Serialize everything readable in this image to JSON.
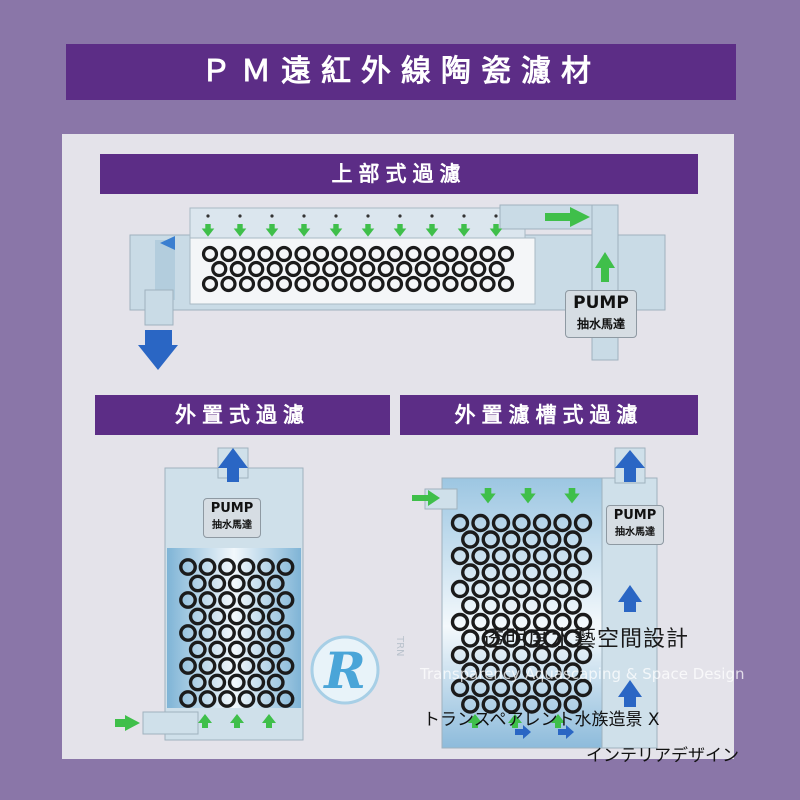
{
  "title": "ＰＭ遠紅外線陶瓷濾材",
  "sections": {
    "top": "上部式過濾",
    "external": "外置式過濾",
    "sump": "外置濾槽式過濾"
  },
  "pump": {
    "label": "PUMP",
    "sublabel": "抽水馬達"
  },
  "logo": {
    "letter": "R",
    "side_text": "TRN"
  },
  "watermark": {
    "zh": "透明度水藝空間設計",
    "en": "Transparency Aquascaping & Space Design",
    "jp_line1": "トランスペアレント水族造景 X",
    "jp_line2": "インテリアデザイン"
  },
  "colors": {
    "background": "#8a76a8",
    "banner": "#5c2d86",
    "panel": "#e4e3ea",
    "flow_arrow_green": "#3fbf4a",
    "flow_arrow_blue": "#2a66c4"
  }
}
